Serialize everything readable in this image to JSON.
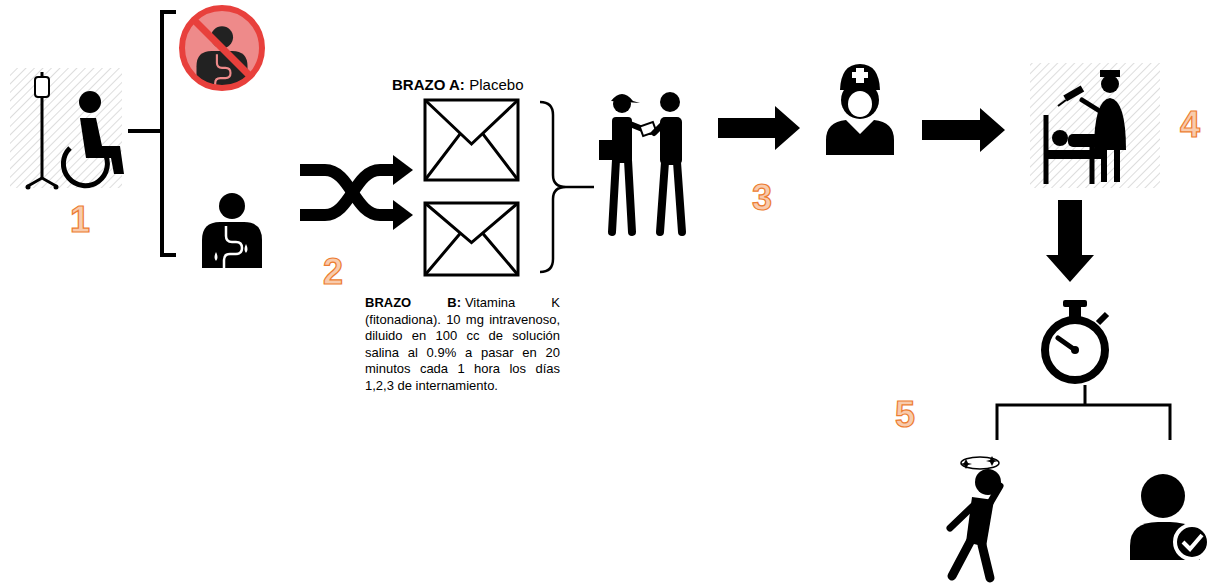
{
  "diagram": {
    "nodes": [
      {
        "text": [
          "BRAZO A:",
          "Placebo"
        ]
      },
      {
        "text": [
          "BRAZO B:",
          "Vitamina K (fitonadiona). 10 mg intravenoso, diluido en 100 cc de solución salina al 0.9% a pasar en 20 minutos cada 1 hora los días 1,2,3 de internamiento."
        ]
      }
    ],
    "labels": [
      "1",
      "2",
      "3",
      "4",
      "5"
    ]
  }
}
